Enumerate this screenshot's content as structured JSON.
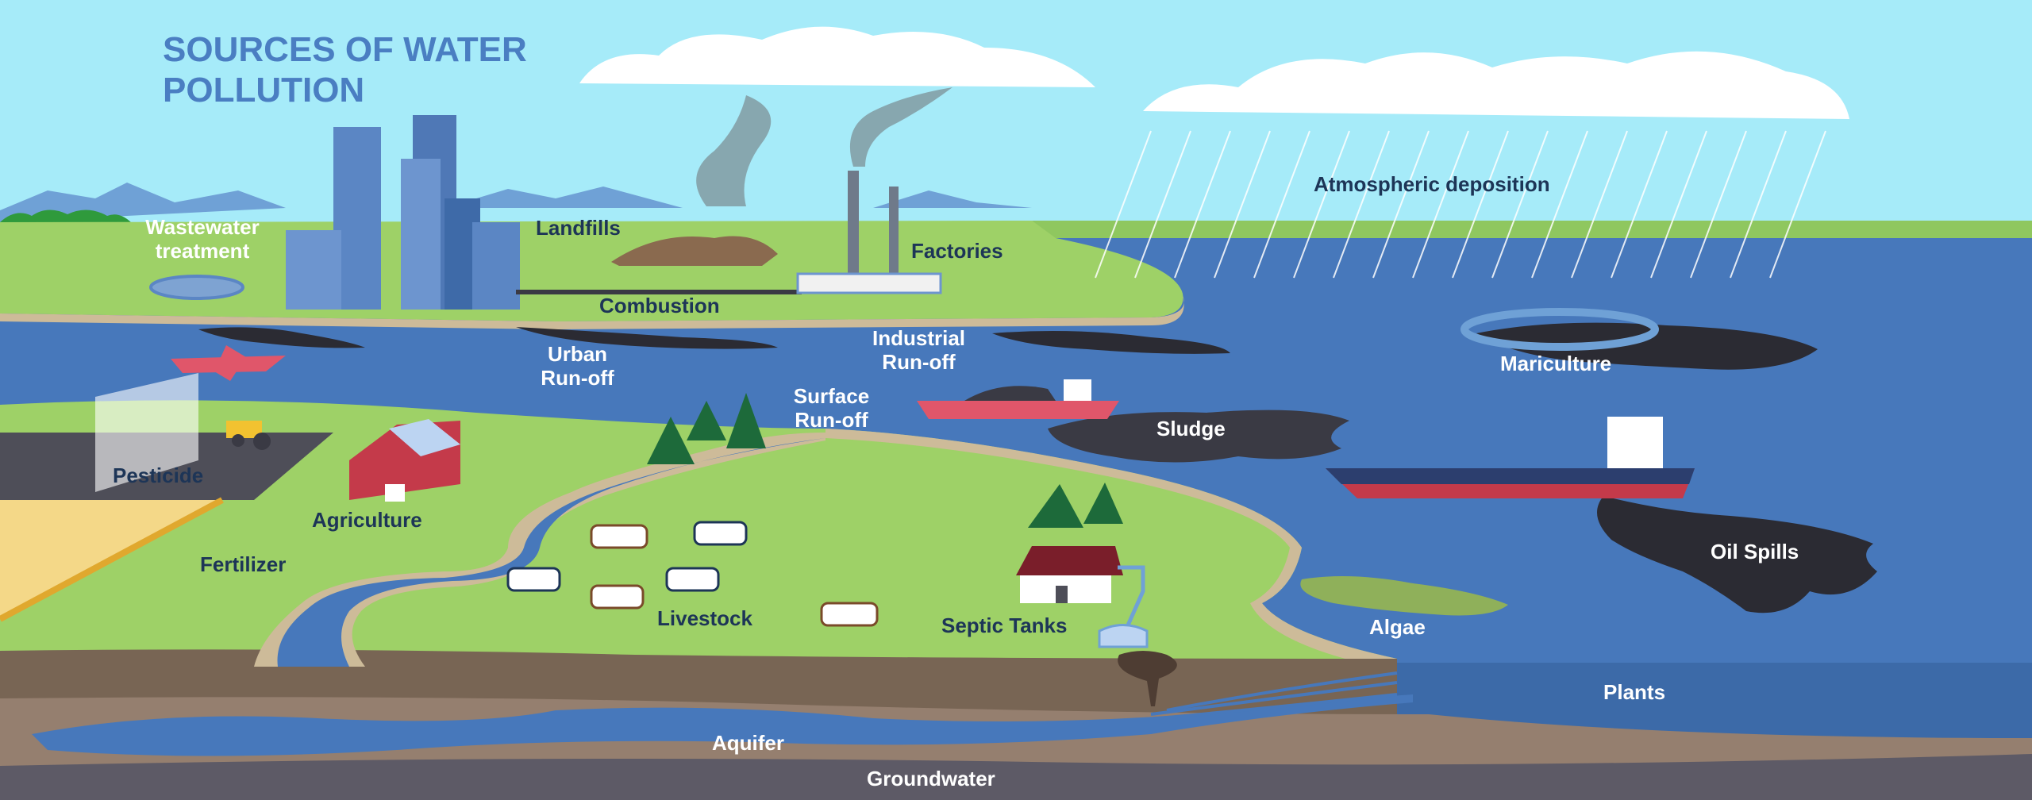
{
  "title": {
    "line1": "SOURCES OF WATER",
    "line2": "POLLUTION"
  },
  "labels": {
    "wastewater_line1": "Wastewater",
    "wastewater_line2": "treatment",
    "landfills": "Landfills",
    "factories": "Factories",
    "combustion": "Combustion",
    "atmospheric_deposition": "Atmospheric deposition",
    "urban_runoff_line1": "Urban",
    "urban_runoff_line2": "Run-off",
    "industrial_runoff_line1": "Industrial",
    "industrial_runoff_line2": "Run-off",
    "surface_runoff_line1": "Surface",
    "surface_runoff_line2": "Run-off",
    "mariculture": "Mariculture",
    "sludge": "Sludge",
    "pesticide": "Pesticide",
    "agriculture": "Agriculture",
    "fertilizer": "Fertilizer",
    "livestock": "Livestock",
    "septic_tanks": "Septic Tanks",
    "oil_spills": "Oil Spills",
    "algae": "Algae",
    "plants": "Plants",
    "aquifer": "Aquifer",
    "groundwater": "Groundwater"
  },
  "colors": {
    "sky": "#a6ebf9",
    "water": "#4778bb",
    "land": "#9ed167",
    "title": "#4a7ec2",
    "label_dark": "#1d3557",
    "oil": "#2b2b33",
    "soil_top": "#786554",
    "soil_mid": "#957f6f",
    "bedrock": "#5d5a66",
    "sand": "#cdbb99"
  }
}
